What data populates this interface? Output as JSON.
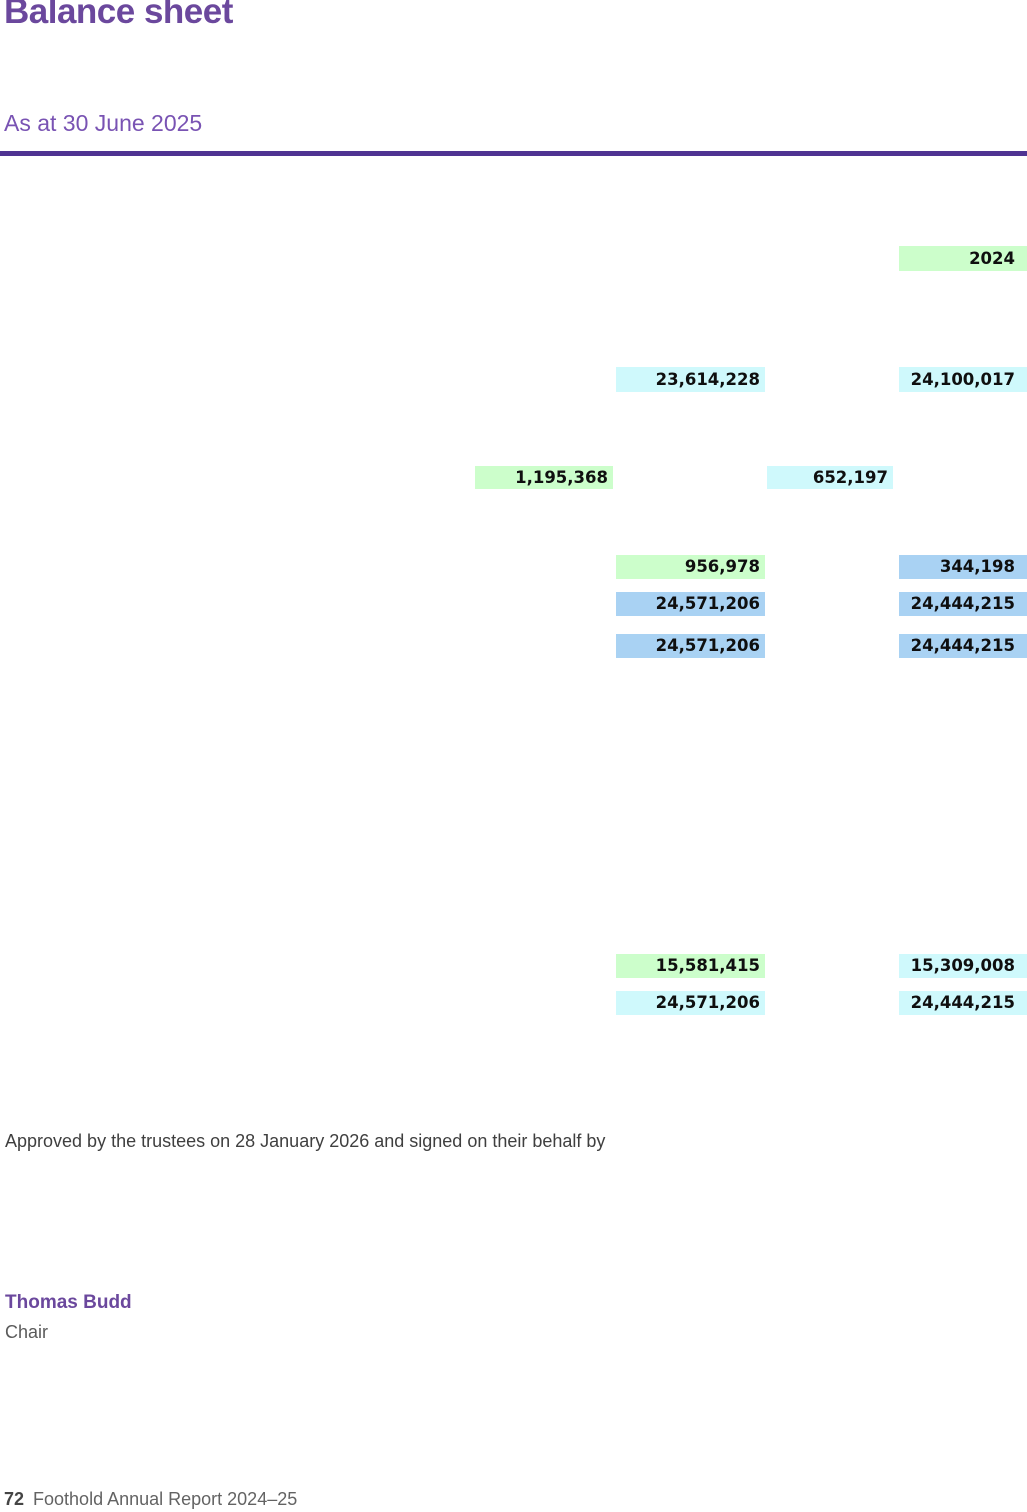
{
  "page": {
    "title": "Balance sheet",
    "subtitle": "As at 30 June 2025"
  },
  "table": {
    "year_header": "2024",
    "cells": {
      "r1c1": "23,614,228",
      "r1c2": "24,100,017",
      "r2c1": "1,195,368",
      "r2c2": "652,197",
      "r3c1": "956,978",
      "r3c2": "344,198",
      "r4c1": "24,571,206",
      "r4c2": "24,444,215",
      "r5c1": "24,571,206",
      "r5c2": "24,444,215",
      "r6c1": "15,581,415",
      "r6c2": "15,309,008",
      "r7c1": "24,571,206",
      "r7c2": "24,444,215"
    }
  },
  "approval": {
    "text": "Approved by the trustees on 28 January 2026 and signed on their behalf by",
    "signatory_name": "Thomas Budd",
    "signatory_role": "Chair"
  },
  "footer": {
    "page_number": "72",
    "report_title": "Foothold Annual Report 2024–25"
  },
  "colors": {
    "accent_purple": "#6b489d",
    "subtitle_purple": "#7953b3",
    "rule_purple": "#4f3392",
    "highlight_green": "#ccfecb",
    "highlight_cyan": "#cff9fc",
    "highlight_blue": "#a9d2f3"
  }
}
